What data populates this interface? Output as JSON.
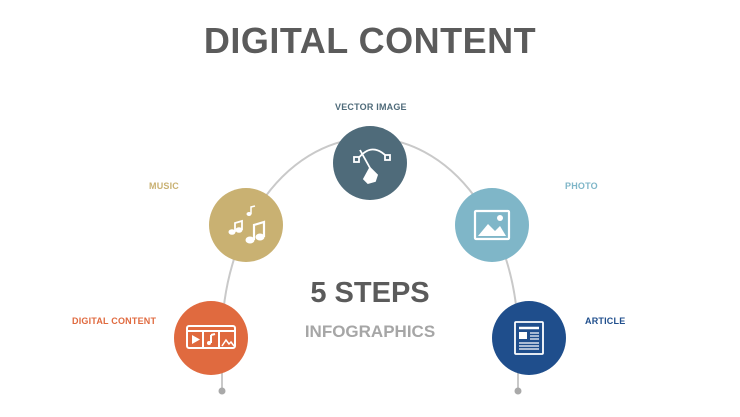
{
  "title": "DIGITAL CONTENT",
  "center": {
    "headline": "5 STEPS",
    "subtitle": "INFOGRAPHICS"
  },
  "colors": {
    "arc": "#c9c9c9",
    "text_dark": "#5b5b5b",
    "text_light": "#a6a6a6"
  },
  "steps": [
    {
      "label": "DIGITAL CONTENT",
      "color": "#e06a3f",
      "icon": "media-strip-icon"
    },
    {
      "label": "MUSIC",
      "color": "#c9b172",
      "icon": "music-notes-icon"
    },
    {
      "label": "VECTOR IMAGE",
      "color": "#4f6b7a",
      "icon": "pen-tool-icon"
    },
    {
      "label": "PHOTO",
      "color": "#7fb6c8",
      "icon": "image-icon"
    },
    {
      "label": "ARTICLE",
      "color": "#1f4e8c",
      "icon": "article-icon"
    }
  ]
}
